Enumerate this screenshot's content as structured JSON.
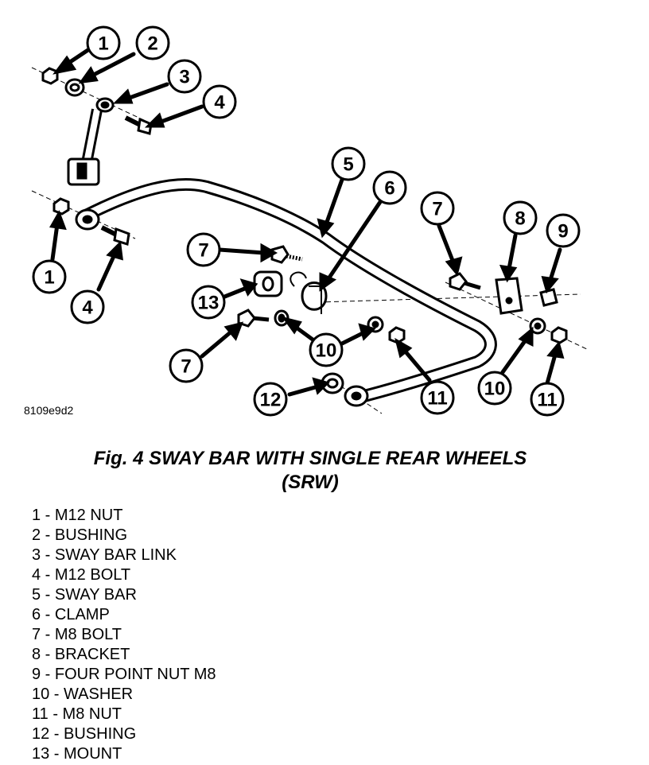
{
  "figure": {
    "ref_code": "8109e9d2",
    "title_line1": "Fig. 4 SWAY BAR WITH SINGLE REAR WHEELS",
    "title_line2": "(SRW)"
  },
  "callouts": [
    "1",
    "2",
    "3",
    "4",
    "5",
    "6",
    "7",
    "13",
    "7",
    "1",
    "4",
    "7",
    "8",
    "9",
    "10",
    "11",
    "10",
    "11",
    "12"
  ],
  "legend": [
    "1 - M12 NUT",
    "2 - BUSHING",
    "3 - SWAY BAR LINK",
    "4 - M12 BOLT",
    "5 - SWAY BAR",
    "6 - CLAMP",
    "7 - M8 BOLT",
    "8 - BRACKET",
    "9 - FOUR POINT NUT M8",
    "10 - WASHER",
    "11 - M8 NUT",
    "12 - BUSHING",
    "13 - MOUNT"
  ]
}
